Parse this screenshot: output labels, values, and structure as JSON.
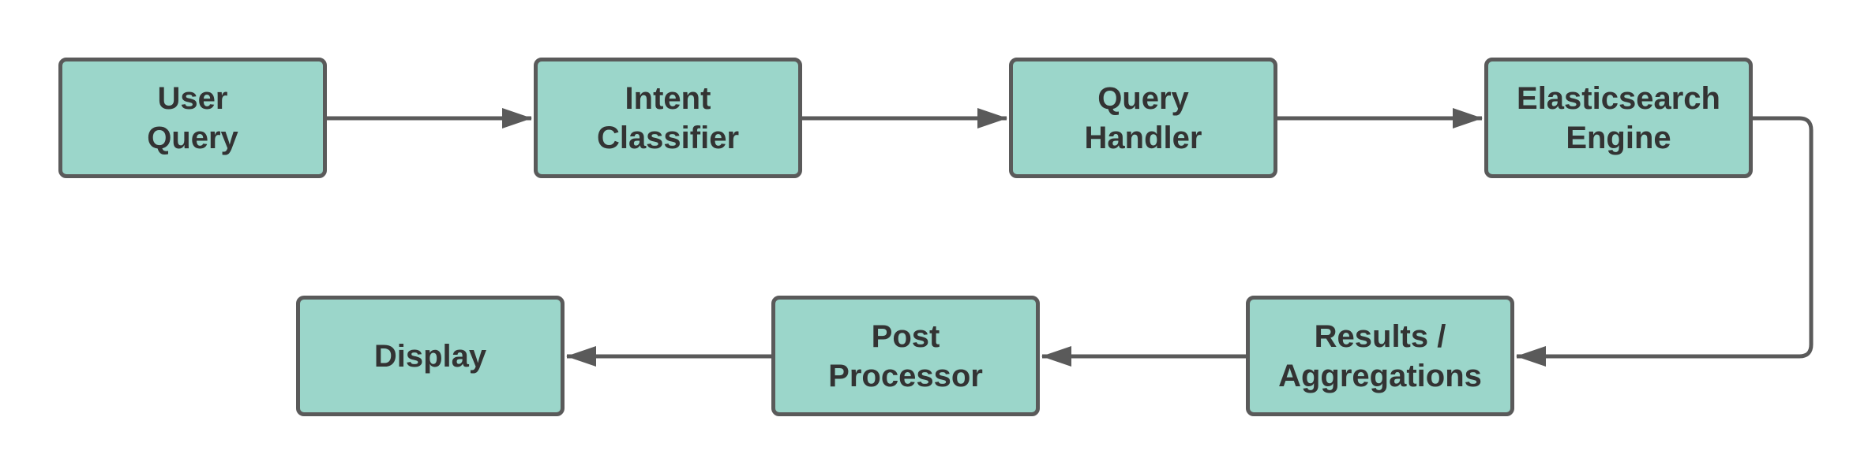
{
  "diagram": {
    "colors": {
      "node_fill": "#9bd6ca",
      "node_border": "#5a5a5a",
      "connector": "#5a5a5a",
      "text": "#333333"
    },
    "nodes": [
      {
        "id": "user-query",
        "label": "User\nQuery"
      },
      {
        "id": "intent-classifier",
        "label": "Intent\nClassifier"
      },
      {
        "id": "query-handler",
        "label": "Query\nHandler"
      },
      {
        "id": "elasticsearch-engine",
        "label": "Elasticsearch\nEngine"
      },
      {
        "id": "results-aggregations",
        "label": "Results /\nAggregations"
      },
      {
        "id": "post-processor",
        "label": "Post\nProcessor"
      },
      {
        "id": "display",
        "label": "Display"
      }
    ],
    "edges": [
      {
        "from": "user-query",
        "to": "intent-classifier"
      },
      {
        "from": "intent-classifier",
        "to": "query-handler"
      },
      {
        "from": "query-handler",
        "to": "elasticsearch-engine"
      },
      {
        "from": "elasticsearch-engine",
        "to": "results-aggregations"
      },
      {
        "from": "results-aggregations",
        "to": "post-processor"
      },
      {
        "from": "post-processor",
        "to": "display"
      }
    ]
  }
}
